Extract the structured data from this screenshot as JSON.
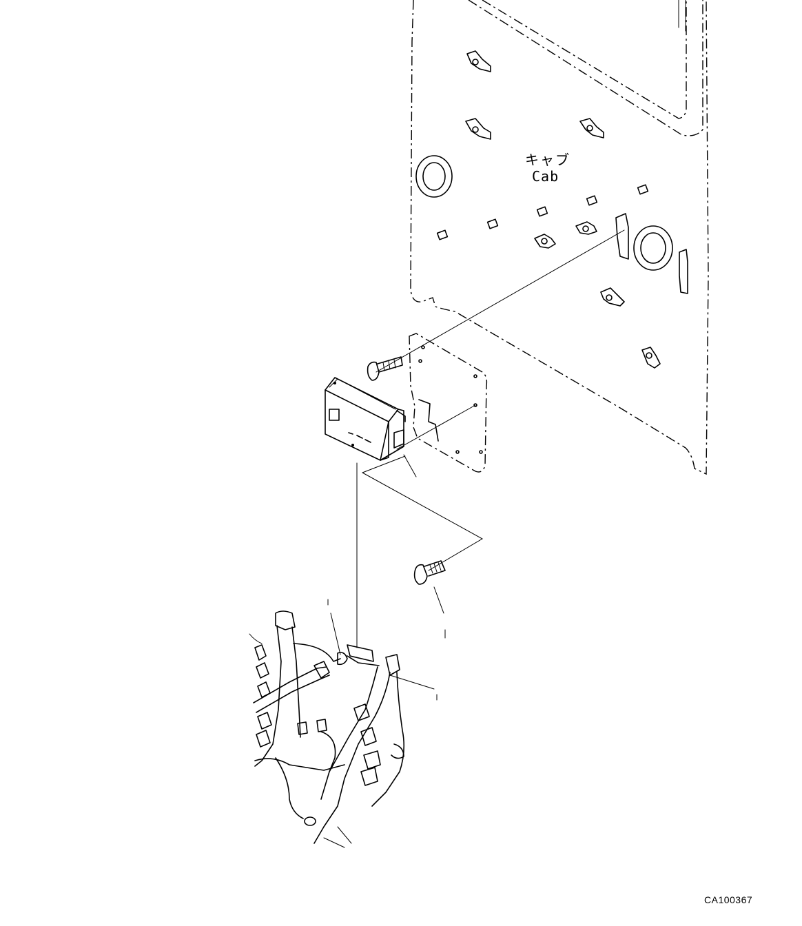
{
  "labels": {
    "cab_jp": "キャブ",
    "cab_en": "Cab",
    "drawing_id": "CA100367"
  },
  "parts": {
    "cab_panel": "cab-panel",
    "bracket_plate": "mounting-bracket-plate",
    "controller": "controller-unit",
    "bolt_upper": "bolt",
    "bolt_lower": "bolt",
    "harness": "wiring-harness"
  }
}
